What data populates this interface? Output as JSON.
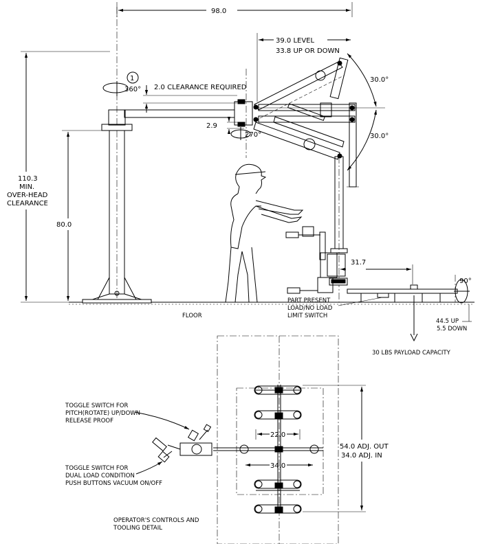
{
  "dimensions": {
    "overall_reach": "98.0",
    "level_reach": "39.0 LEVEL",
    "updown_reach": "33.8 UP OR DOWN",
    "clearance_required": "2.0 CLEARANCE REQUIRED",
    "offset": "2.9",
    "column_height": "80.0",
    "overhead_value": "110.3",
    "overhead_min": "MIN.",
    "overhead_label1": "OVER-HEAD",
    "overhead_label2": "CLEARANCE",
    "angle_up": "30.0°",
    "angle_down": "30.0°",
    "tool_arm": "31.7",
    "rot_column": "360°",
    "rot_joint": "270°",
    "rot_tool": "90°",
    "vertical_up": "44.5 UP",
    "vertical_down": "5.5 DOWN",
    "tool_inner": "22.0",
    "tool_outer": "34.0",
    "tool_length_out": "54.0 ADJ. OUT",
    "tool_length_in": "34.0 ADJ. IN"
  },
  "callouts": {
    "balloon": "1",
    "floor": "FLOOR",
    "part_present_1": "PART PRESENT",
    "part_present_2": "LOAD/NO LOAD",
    "part_present_3": "LIMIT SWITCH",
    "payload": "30 LBS PAYLOAD CAPACITY",
    "toggle1_1": "TOGGLE SWITCH FOR",
    "toggle1_2": "PITCH(ROTATE) UP/DOWN",
    "toggle1_3": "RELEASE PROOF",
    "toggle2_1": "TOGGLE SWITCH FOR",
    "toggle2_2": "DUAL LOAD CONDITION",
    "toggle2_3": "PUSH BUTTONS VACUUM ON/OFF",
    "detail_1": "OPERATOR'S CONTROLS AND",
    "detail_2": "TOOLING DETAIL"
  }
}
